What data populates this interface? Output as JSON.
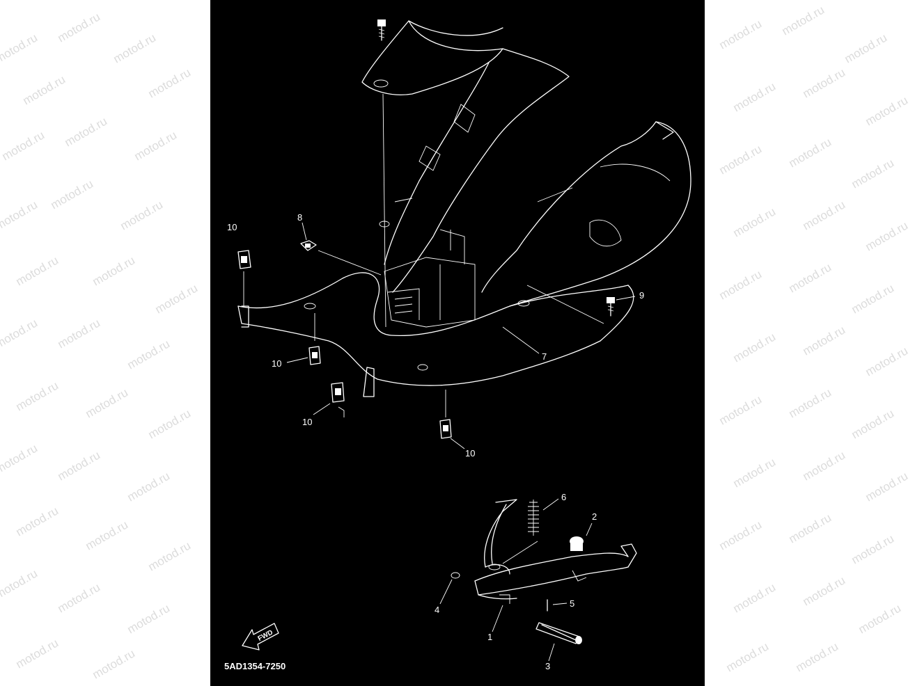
{
  "watermark": {
    "text": "motod.ru"
  },
  "diagram": {
    "part_code": "5AD1354-7250",
    "fwd_label": "FWD",
    "callouts": {
      "c1": "1",
      "c2": "2",
      "c3": "3",
      "c4": "4",
      "c5": "5",
      "c6": "6",
      "c7": "7",
      "c8": "8",
      "c9": "9",
      "c10a": "10",
      "c10b": "10",
      "c10c": "10",
      "c10d": "10"
    }
  },
  "colors": {
    "panel_bg": "#000000",
    "line": "#ffffff",
    "page_bg": "#ffffff",
    "watermark": "#dcdcdc"
  }
}
